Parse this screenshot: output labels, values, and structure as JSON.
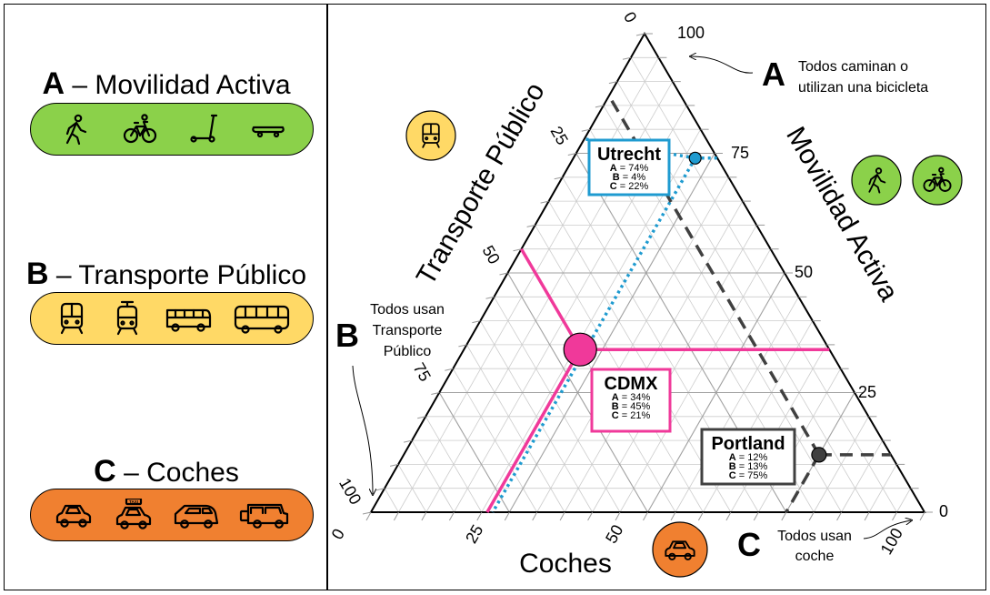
{
  "categories": [
    {
      "letter": "A",
      "label": "Movilidad Activa",
      "color": "#8bd14a",
      "icons": [
        "pedestrian-icon",
        "bicycle-icon",
        "scooter-icon",
        "skateboard-icon"
      ]
    },
    {
      "letter": "B",
      "label": "Transporte Público",
      "color": "#ffd966",
      "icons": [
        "train-icon",
        "tram-icon",
        "bus-icon",
        "coach-icon"
      ]
    },
    {
      "letter": "C",
      "label": "Coches",
      "color": "#f08030",
      "icons": [
        "car-icon",
        "taxi-icon",
        "suv-icon",
        "jeep-icon"
      ]
    }
  ],
  "dash": "–",
  "taxi_sign": "TAXI",
  "axes": {
    "a_label": "Movilidad Activa",
    "b_label": "Transporte Público",
    "c_label": "Coches",
    "a_ticks": [
      "100",
      "75",
      "50",
      "25",
      "0"
    ],
    "b_ticks": [
      "0",
      "25",
      "50",
      "75",
      "100"
    ],
    "c_ticks": [
      "0",
      "25",
      "50",
      "100"
    ]
  },
  "vertices": {
    "a": {
      "letter": "A",
      "note": [
        "Todos caminan o",
        "utilizan una bicicleta"
      ]
    },
    "b": {
      "letter": "B",
      "note": [
        "Todos usan",
        "Transporte",
        "Público"
      ]
    },
    "c": {
      "letter": "C",
      "note": [
        "Todos usan",
        "coche"
      ]
    }
  },
  "cities": [
    {
      "name": "Utrecht",
      "color": "#1f9bd0",
      "lines": [
        [
          "A",
          " = 74%"
        ],
        [
          "B",
          " = 4%"
        ],
        [
          "C",
          " = 22%"
        ]
      ],
      "a": 74,
      "b": 4,
      "c": 22
    },
    {
      "name": "CDMX",
      "color": "#f0399a",
      "lines": [
        [
          "A",
          " = 34%"
        ],
        [
          "B",
          " = 45%"
        ],
        [
          "C",
          " = 21%"
        ]
      ],
      "a": 34,
      "b": 45,
      "c": 21
    },
    {
      "name": "Portland",
      "color": "#404040",
      "lines": [
        [
          "A",
          " = 12%"
        ],
        [
          "B",
          " = 13%"
        ],
        [
          "C",
          " = 75%"
        ]
      ],
      "a": 12,
      "b": 13,
      "c": 75
    }
  ]
}
